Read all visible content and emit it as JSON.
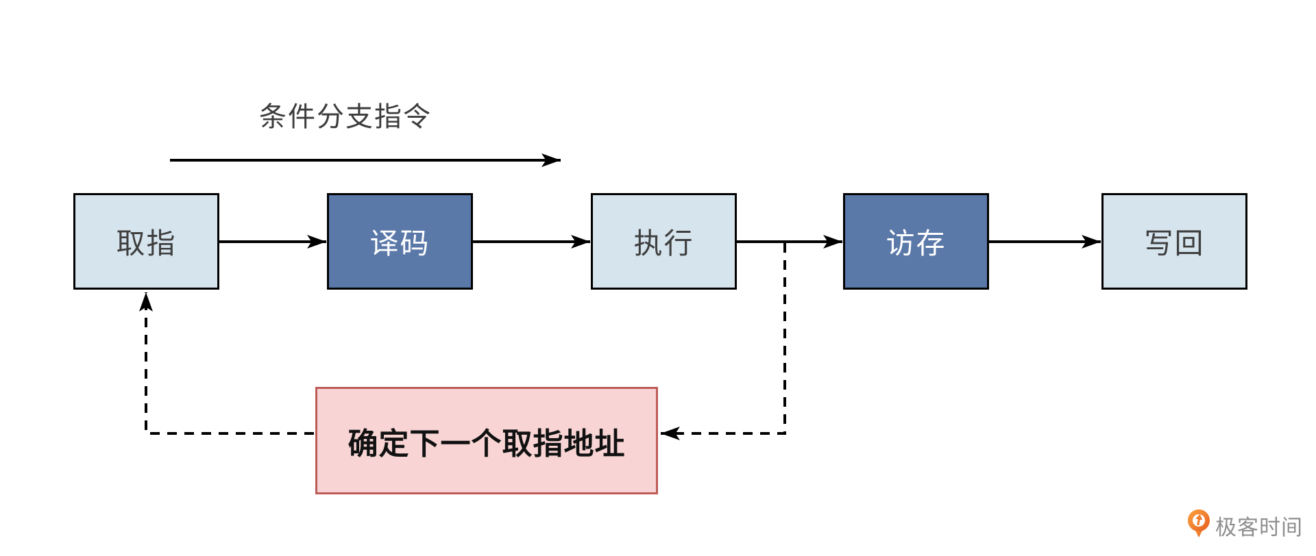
{
  "diagram": {
    "top_label": "条件分支指令",
    "stages": [
      {
        "label": "取指",
        "variant": "light"
      },
      {
        "label": "译码",
        "variant": "dark"
      },
      {
        "label": "执行",
        "variant": "light"
      },
      {
        "label": "访存",
        "variant": "dark"
      },
      {
        "label": "写回",
        "variant": "light"
      }
    ],
    "feedback_box": {
      "label": "确定下一个取指地址"
    },
    "connections": [
      {
        "from": "取指",
        "to": "译码",
        "style": "solid-arrow"
      },
      {
        "from": "译码",
        "to": "执行",
        "style": "solid-arrow"
      },
      {
        "from": "执行",
        "to": "访存",
        "style": "solid-arrow"
      },
      {
        "from": "访存",
        "to": "写回",
        "style": "solid-arrow"
      },
      {
        "from": "执行→访存连线",
        "to": "确定下一个取指地址",
        "style": "dashed-arrow"
      },
      {
        "from": "确定下一个取指地址",
        "to": "取指",
        "style": "dashed-arrow"
      },
      {
        "from": "条件分支指令",
        "to": "",
        "style": "solid-arrow-annotation"
      }
    ]
  },
  "branding": {
    "logo_text": "极客时间",
    "logo_icon": "geektime-logo-icon"
  },
  "colors": {
    "background": "#ffffff",
    "stage_light_fill": "#d6e4ee",
    "stage_dark_fill": "#5a78a8",
    "stage_border": "#000000",
    "stage_light_text": "#3f3f3f",
    "stage_dark_text": "#ffffff",
    "feedback_fill": "#f8d4d4",
    "feedback_border": "#bd5b57",
    "arrow": "#000000",
    "top_label_text": "#3c3c3c",
    "logo_orange": "#f0772e",
    "logo_text_gray": "#8e8e8e"
  }
}
